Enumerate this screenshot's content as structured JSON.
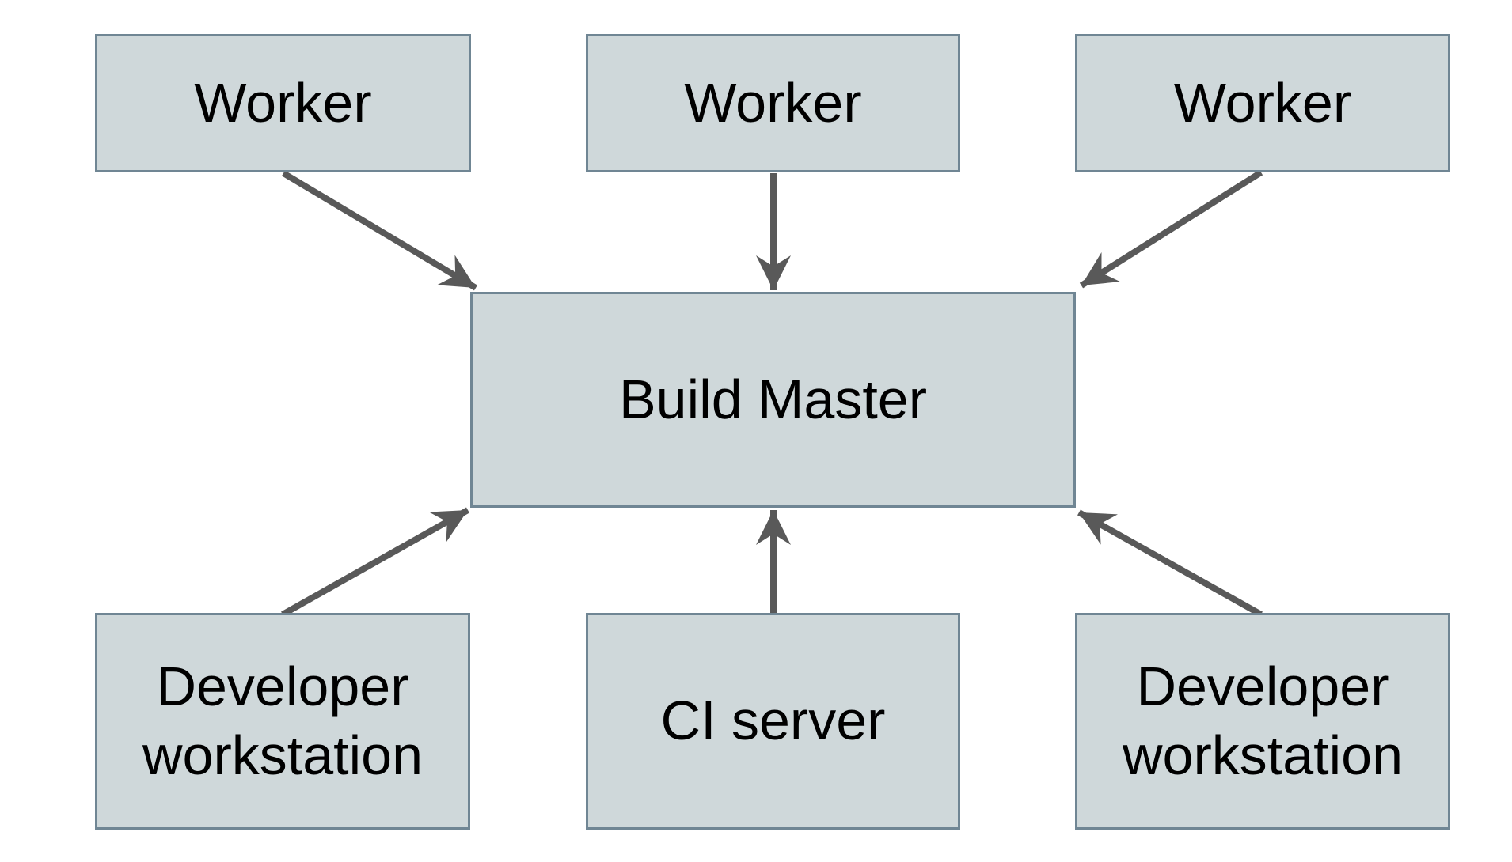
{
  "nodes": {
    "worker1": {
      "label": "Worker"
    },
    "worker2": {
      "label": "Worker"
    },
    "worker3": {
      "label": "Worker"
    },
    "build_master": {
      "label": "Build Master"
    },
    "dev1": {
      "label": "Developer workstation"
    },
    "ci": {
      "label": "CI server"
    },
    "dev2": {
      "label": "Developer workstation"
    }
  },
  "edges": [
    {
      "from": "worker1",
      "to": "build_master"
    },
    {
      "from": "worker2",
      "to": "build_master"
    },
    {
      "from": "worker3",
      "to": "build_master"
    },
    {
      "from": "dev1",
      "to": "build_master"
    },
    {
      "from": "ci",
      "to": "build_master"
    },
    {
      "from": "dev2",
      "to": "build_master"
    }
  ],
  "colors": {
    "background": "#ffffff",
    "node_fill": "#cfd8da",
    "node_border": "#708694",
    "arrow": "#595959",
    "text": "#000000"
  }
}
